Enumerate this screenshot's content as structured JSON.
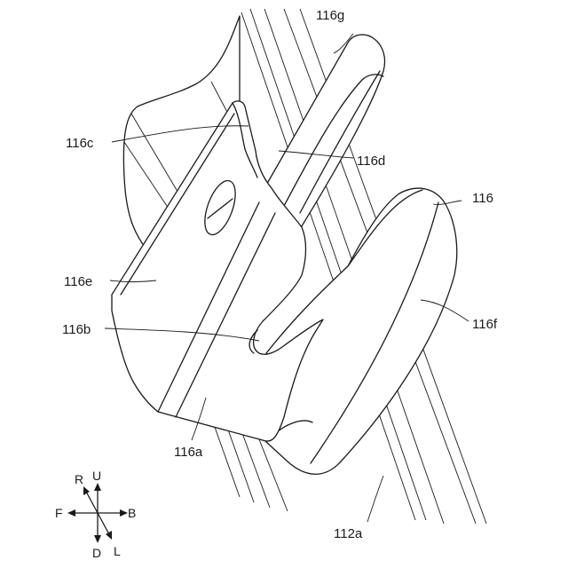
{
  "labels": {
    "l116": "116",
    "l116a": "116a",
    "l116b": "116b",
    "l116c": "116c",
    "l116d": "116d",
    "l116e": "116e",
    "l116f": "116f",
    "l116g": "116g",
    "l112a": "112a"
  },
  "directions": {
    "up": "U",
    "down": "D",
    "front": "F",
    "back": "B",
    "right": "R",
    "left": "L"
  }
}
